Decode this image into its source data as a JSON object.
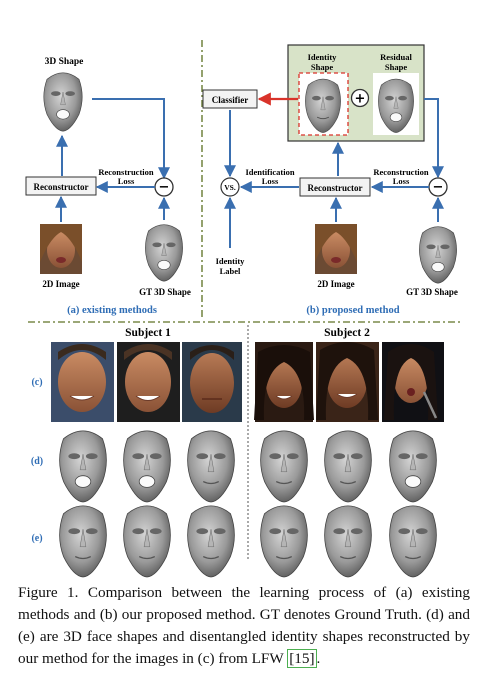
{
  "diagram": {
    "left": {
      "top_shape_label": "3D Shape",
      "reconstructor_label": "Reconstructor",
      "loss_label_line1": "Reconstruction",
      "loss_label_line2": "Loss",
      "image_label": "2D Image",
      "gt_label": "GT 3D Shape",
      "caption": "(a) existing methods"
    },
    "right": {
      "identity_line1": "Identity",
      "identity_line2": "Shape",
      "residual_line1": "Residual",
      "residual_line2": "Shape",
      "classifier_label": "Classifier",
      "vs_label": "VS.",
      "id_loss_line1": "Identification",
      "id_loss_line2": "Loss",
      "reconstructor_label": "Reconstructor",
      "recon_loss_line1": "Reconstruction",
      "recon_loss_line2": "Loss",
      "id_label_line1": "Identity",
      "id_label_line2": "Label",
      "image_label": "2D Image",
      "gt_label": "GT 3D Shape",
      "caption": "(b) proposed method"
    },
    "plus_symbol": "+",
    "minus_symbol": "−"
  },
  "grid": {
    "subject1": "Subject 1",
    "subject2": "Subject 2",
    "row_c": "(c)",
    "row_d": "(d)",
    "row_e": "(e)"
  },
  "caption": {
    "text_before_ref": "Figure 1. Comparison between the learning process of (a) existing methods and (b) our proposed method. GT denotes Ground Truth. (d) and (e) are 3D face shapes and disentangled identity shapes reconstructed by our method for the images in (c) from LFW ",
    "ref": "[15]",
    "text_after_ref": "."
  },
  "colors": {
    "arrow_blue": "#3a6fb0",
    "caption_blue": "#2f6db5",
    "divider_green": "#7a8a4a",
    "panel_green": "#d8e3c8",
    "classifier_arrow_red": "#d9332a",
    "mesh_gray": "#9a9a9a"
  }
}
